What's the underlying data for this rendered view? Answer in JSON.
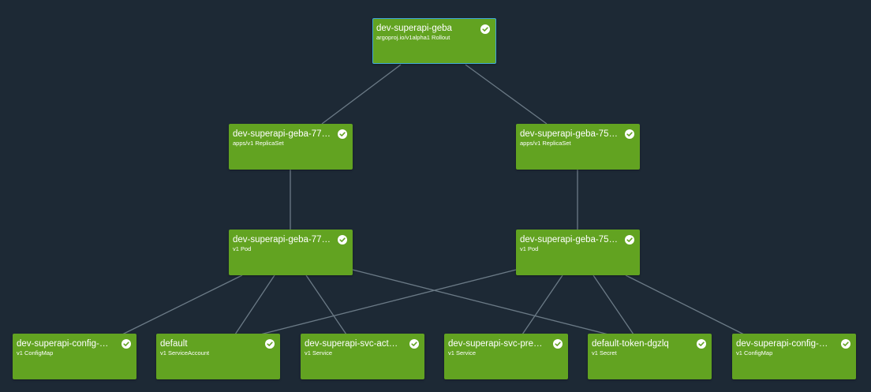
{
  "nodes": [
    {
      "id": "rollout",
      "name": "dev-superapi-geba",
      "kind": "argoproj.io/v1alpha1 Rollout",
      "status": "healthy-check-icon",
      "selected": true
    },
    {
      "id": "rs1",
      "name": "dev-superapi-geba-77…",
      "kind": "apps/v1 ReplicaSet",
      "status": "healthy-check-icon"
    },
    {
      "id": "rs2",
      "name": "dev-superapi-geba-75…",
      "kind": "apps/v1 ReplicaSet",
      "status": "healthy-check-icon"
    },
    {
      "id": "pod1",
      "name": "dev-superapi-geba-77…",
      "kind": "v1 Pod",
      "status": "healthy-check-icon"
    },
    {
      "id": "pod2",
      "name": "dev-superapi-geba-75…",
      "kind": "v1 Pod",
      "status": "healthy-check-icon"
    },
    {
      "id": "cm1",
      "name": "dev-superapi-config-…",
      "kind": "v1 ConfigMap",
      "status": "healthy-check-icon"
    },
    {
      "id": "sa",
      "name": "default",
      "kind": "v1 ServiceAccount",
      "status": "healthy-check-icon"
    },
    {
      "id": "svc-act",
      "name": "dev-superapi-svc-act…",
      "kind": "v1 Service",
      "status": "healthy-check-icon"
    },
    {
      "id": "svc-pre",
      "name": "dev-superapi-svc-pre…",
      "kind": "v1 Service",
      "status": "healthy-check-icon"
    },
    {
      "id": "secret",
      "name": "default-token-dgzlq",
      "kind": "v1 Secret",
      "status": "healthy-check-icon"
    },
    {
      "id": "cm2",
      "name": "dev-superapi-config-…",
      "kind": "v1 ConfigMap",
      "status": "healthy-check-icon"
    }
  ],
  "edges": [
    [
      "rollout",
      "rs1"
    ],
    [
      "rollout",
      "rs2"
    ],
    [
      "rs1",
      "pod1"
    ],
    [
      "rs2",
      "pod2"
    ],
    [
      "pod1",
      "cm1"
    ],
    [
      "pod1",
      "sa"
    ],
    [
      "pod1",
      "svc-act"
    ],
    [
      "pod1",
      "secret"
    ],
    [
      "pod2",
      "sa"
    ],
    [
      "pod2",
      "svc-pre"
    ],
    [
      "pod2",
      "secret"
    ],
    [
      "pod2",
      "cm2"
    ]
  ],
  "colors": {
    "background": "#1d2935",
    "node_fill": "#62a321",
    "edge": "#6b7a86",
    "selected_border": "#3fa7d9",
    "status_check": "#ffffff"
  }
}
